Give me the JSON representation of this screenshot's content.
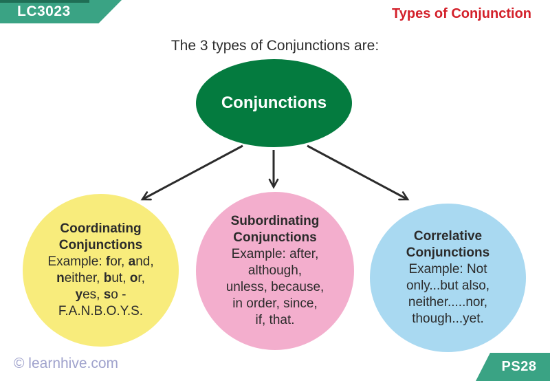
{
  "header": {
    "code_tab_label": "LC3023",
    "page_title": "Types of Conjunction"
  },
  "subtitle": "The 3 types of Conjunctions are:",
  "root_node": {
    "label": "Conjunctions"
  },
  "circles": [
    {
      "id": "coordinating",
      "color": "#f8ec7c",
      "lines": [
        {
          "text": "Coordinating",
          "bold": true
        },
        {
          "text": "Conjunctions",
          "bold": true
        },
        {
          "parts": [
            {
              "t": "Example: "
            },
            {
              "t": "f",
              "b": true
            },
            {
              "t": "or, "
            },
            {
              "t": "a",
              "b": true
            },
            {
              "t": "nd,"
            }
          ]
        },
        {
          "parts": [
            {
              "t": "n",
              "b": true
            },
            {
              "t": "either, "
            },
            {
              "t": "b",
              "b": true
            },
            {
              "t": "ut, "
            },
            {
              "t": "o",
              "b": true
            },
            {
              "t": "r,"
            }
          ]
        },
        {
          "parts": [
            {
              "t": "y",
              "b": true
            },
            {
              "t": "es, "
            },
            {
              "t": "s",
              "b": true
            },
            {
              "t": "o -"
            }
          ]
        },
        {
          "text": "F.A.N.B.O.Y.S."
        }
      ]
    },
    {
      "id": "subordinating",
      "color": "#f3aecd",
      "lines": [
        {
          "text": "Subordinating",
          "bold": true
        },
        {
          "text": "Conjunctions",
          "bold": true
        },
        {
          "text": "Example: after,"
        },
        {
          "text": "although,"
        },
        {
          "text": "unless, because,"
        },
        {
          "text": "in order, since,"
        },
        {
          "text": "if, that."
        }
      ]
    },
    {
      "id": "correlative",
      "color": "#a9d9f1",
      "lines": [
        {
          "text": "Correlative",
          "bold": true
        },
        {
          "text": "Conjunctions",
          "bold": true
        },
        {
          "text": "Example: Not"
        },
        {
          "text": "only...but also,"
        },
        {
          "text": "neither.....nor,"
        },
        {
          "text": "though...yet."
        }
      ]
    }
  ],
  "footer": {
    "copyright": "© learnhive.com",
    "page_tab_label": "PS28"
  },
  "colors": {
    "tab_teal": "#3aa384",
    "tab_edge_dark": "#1f6e55",
    "root_green": "#047b3f",
    "title_red": "#d3202a",
    "arrow": "#2b2b2b",
    "footer_lavender": "#9fa2cc"
  }
}
